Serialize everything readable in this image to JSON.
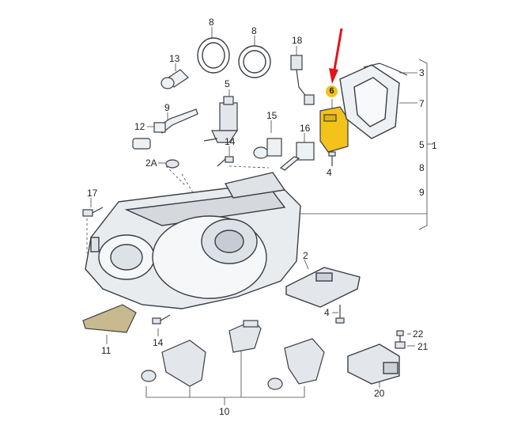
{
  "callouts": {
    "c1": "1",
    "c2": "2",
    "c2a": "2A",
    "c3": "3",
    "c4a": "4",
    "c4b": "4",
    "c5a": "5",
    "c5b": "5",
    "c6": "6",
    "c7": "7",
    "c8a": "8",
    "c8b": "8",
    "c8c": "8",
    "c9a": "9",
    "c9b": "9",
    "c10": "10",
    "c11": "11",
    "c12": "12",
    "c13": "13",
    "c14a": "14",
    "c14b": "14",
    "c15": "15",
    "c16": "16",
    "c17": "17",
    "c18": "18",
    "c20": "20",
    "c21": "21",
    "c22": "22"
  },
  "colors": {
    "highlight": "#f3c21b",
    "arrow": "#e0151b",
    "part_fill": "#e9ecef",
    "part_stroke": "#3a3f45"
  }
}
